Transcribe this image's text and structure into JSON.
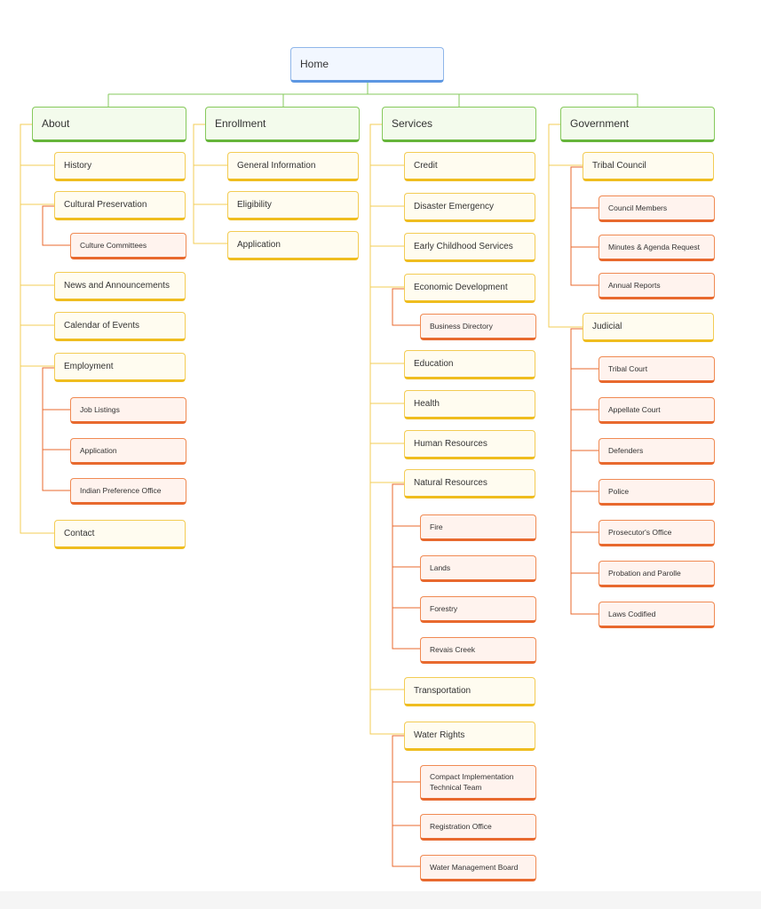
{
  "root": {
    "label": "Home"
  },
  "about": {
    "label": "About",
    "history": "History",
    "cultural_preservation": "Cultural Preservation",
    "culture_committees": "Culture Committees",
    "news": "News and Announcements",
    "calendar": "Calendar of Events",
    "employment": "Employment",
    "job_listings": "Job Listings",
    "application": "Application",
    "indian_preference": "Indian Preference Office",
    "contact": "Contact"
  },
  "enrollment": {
    "label": "Enrollment",
    "general_info": "General Information",
    "eligibility": "Eligibility",
    "application": "Application"
  },
  "services": {
    "label": "Services",
    "credit": "Credit",
    "disaster": "Disaster Emergency",
    "early_childhood": "Early Childhood Services",
    "economic_dev": "Economic Development",
    "business_directory": "Business Directory",
    "education": "Education",
    "health": "Health",
    "human_resources": "Human Resources",
    "natural_resources": "Natural Resources",
    "fire": "Fire",
    "lands": "Lands",
    "forestry": "Forestry",
    "revais_creek": "Revais Creek",
    "transportation": "Transportation",
    "water_rights": "Water Rights",
    "compact_team": "Compact Implementation Technical Team",
    "registration_office": "Registration Office",
    "water_board": "Water Management Board"
  },
  "government": {
    "label": "Government",
    "tribal_council": "Tribal Council",
    "council_members": "Council Members",
    "minutes_agenda": "Minutes & Agenda Request",
    "annual_reports": "Annual Reports",
    "judicial": "Judicial",
    "tribal_court": "Tribal Court",
    "appellate_court": "Appellate Court",
    "defenders": "Defenders",
    "police": "Police",
    "prosecutor": "Prosecutor's Office",
    "probation": "Probation and Parolle",
    "laws": "Laws Codified"
  },
  "colors": {
    "level1_line": "#86c95c",
    "level2_line": "#f3cc54",
    "level3_line": "#e8692e",
    "home_border": "#5d97e2"
  }
}
